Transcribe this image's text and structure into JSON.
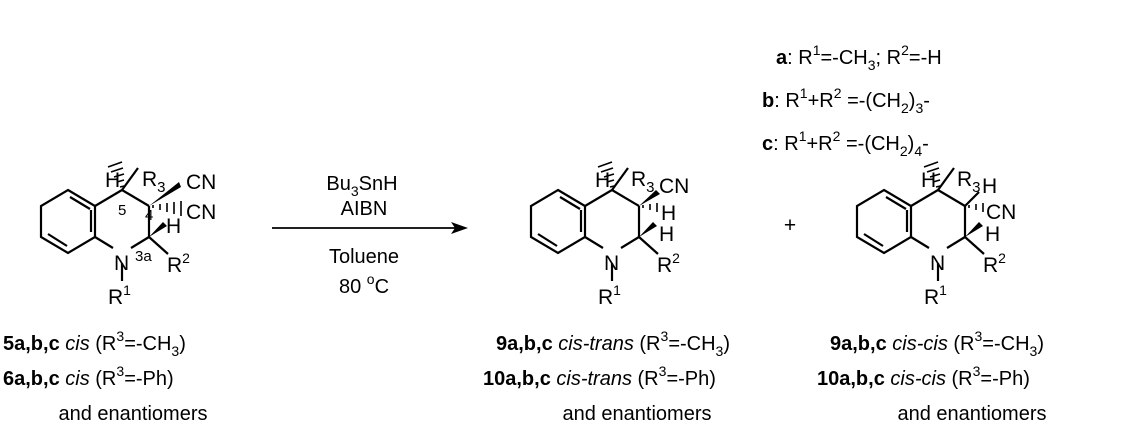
{
  "substituents": {
    "a": {
      "key": "a",
      "colon": ": ",
      "t1": "R",
      "s1": "1",
      "t2": "=-CH",
      "s2": "3",
      "t3": "; R",
      "s3": "2",
      "t4": "=-H"
    },
    "b": {
      "key": "b",
      "colon": ": ",
      "t1": "R",
      "s1": "1",
      "t2": "+R",
      "s2": "2",
      "t3": " =-(CH",
      "s3": "2",
      "t4": ")",
      "s4": "3",
      "t5": "-"
    },
    "c": {
      "key": "c",
      "colon": ": ",
      "t1": "R",
      "s1": "1",
      "t2": "+R",
      "s2": "2",
      "t3": " =-(CH",
      "s3": "2",
      "t4": ")",
      "s4": "4",
      "t5": "-"
    }
  },
  "atoms": {
    "H": "H",
    "R": "R",
    "r3sub": "3",
    "CN": "CN",
    "N": "N",
    "sup1": "1",
    "sup2": "2",
    "loc5": "5",
    "loc4": "4",
    "loc3a": "3a"
  },
  "conditions": {
    "reagent_main": "Bu",
    "reagent_sub": "3",
    "reagent_tail": "SnH",
    "initiator": "AIBN",
    "solvent": "Toluene",
    "temp_value": "80 ",
    "temp_deg": "o",
    "temp_unit": "C"
  },
  "plus": "+",
  "captions": {
    "left": {
      "line1": {
        "num": "5a,b,c",
        "stereo": "cis",
        "open": " (R",
        "sup": "3",
        "mid": "=-CH",
        "sub": "3",
        "close": ")"
      },
      "line2": {
        "num": "6a,b,c",
        "stereo": "cis",
        "open": " (R",
        "sup": "3",
        "mid": "=-Ph)"
      },
      "line3": "and enantiomers"
    },
    "middle": {
      "line1": {
        "num": "9a,b,c",
        "stereo": "cis-trans",
        "open": " (R",
        "sup": "3",
        "mid": "=-CH",
        "sub": "3",
        "close": ")"
      },
      "line2": {
        "num": "10a,b,c",
        "stereo": "cis-trans",
        "open": " (R",
        "sup": "3",
        "mid": "=-Ph)"
      },
      "line3": "and enantiomers"
    },
    "right": {
      "line1": {
        "num": "9a,b,c",
        "stereo": "cis-cis",
        "open": " (R",
        "sup": "3",
        "mid": "=-CH",
        "sub": "3",
        "close": ")"
      },
      "line2": {
        "num": "10a,b,c",
        "stereo": "cis-cis",
        "open": " (R",
        "sup": "3",
        "mid": "=-Ph)"
      },
      "line3": "and enantiomers"
    }
  }
}
